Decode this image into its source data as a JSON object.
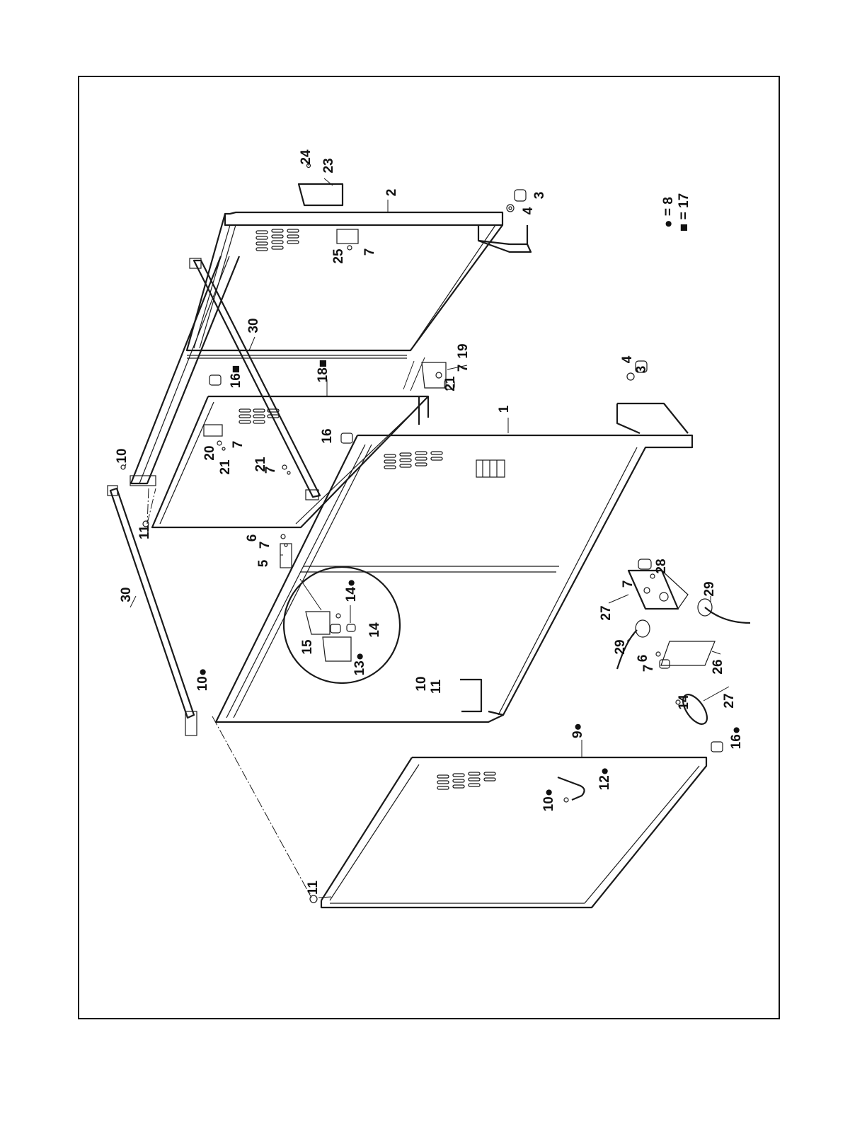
{
  "callouts": [
    {
      "key": "c30a",
      "text": "30"
    },
    {
      "key": "c30b",
      "text": "30"
    },
    {
      "key": "c10a",
      "text": "10"
    },
    {
      "key": "c10b",
      "text": "10●"
    },
    {
      "key": "c10c",
      "text": "10"
    },
    {
      "key": "c10d",
      "text": "10●"
    },
    {
      "key": "c11a",
      "text": "11"
    },
    {
      "key": "c11b",
      "text": "11"
    },
    {
      "key": "c11c",
      "text": "11"
    },
    {
      "key": "c20",
      "text": "20"
    },
    {
      "key": "c21a",
      "text": "21"
    },
    {
      "key": "c21b",
      "text": "21"
    },
    {
      "key": "c21c",
      "text": "21"
    },
    {
      "key": "c7a",
      "text": "7"
    },
    {
      "key": "c7b",
      "text": "7"
    },
    {
      "key": "c7c",
      "text": "7"
    },
    {
      "key": "c7d",
      "text": "7"
    },
    {
      "key": "c7e",
      "text": "7"
    },
    {
      "key": "c7f",
      "text": "7"
    },
    {
      "key": "c7g",
      "text": "7"
    },
    {
      "key": "c6a",
      "text": "6"
    },
    {
      "key": "c6b",
      "text": "6"
    },
    {
      "key": "c5",
      "text": "5"
    },
    {
      "key": "c16a",
      "text": "16"
    },
    {
      "key": "c16b",
      "text": "16■"
    },
    {
      "key": "c16c",
      "text": "16●"
    },
    {
      "key": "c18",
      "text": "18■"
    },
    {
      "key": "c19",
      "text": "19"
    },
    {
      "key": "c1",
      "text": "1"
    },
    {
      "key": "c2",
      "text": "2"
    },
    {
      "key": "c3a",
      "text": "3"
    },
    {
      "key": "c3b",
      "text": "3"
    },
    {
      "key": "c4a",
      "text": "4"
    },
    {
      "key": "c4b",
      "text": "4"
    },
    {
      "key": "c23",
      "text": "23"
    },
    {
      "key": "c24",
      "text": "24"
    },
    {
      "key": "c25",
      "text": "25"
    },
    {
      "key": "c14a",
      "text": "14●"
    },
    {
      "key": "c14b",
      "text": "14"
    },
    {
      "key": "c14c",
      "text": "14"
    },
    {
      "key": "c15",
      "text": "15"
    },
    {
      "key": "c13",
      "text": "13●"
    },
    {
      "key": "c9",
      "text": "9●"
    },
    {
      "key": "c12",
      "text": "12●"
    },
    {
      "key": "c26",
      "text": "26"
    },
    {
      "key": "c27a",
      "text": "27"
    },
    {
      "key": "c27b",
      "text": "27"
    },
    {
      "key": "c28",
      "text": "28"
    },
    {
      "key": "c29a",
      "text": "29"
    },
    {
      "key": "c29b",
      "text": "29"
    }
  ],
  "legend": {
    "dot_entry": "● = 8",
    "square_entry": "■ = 17"
  }
}
